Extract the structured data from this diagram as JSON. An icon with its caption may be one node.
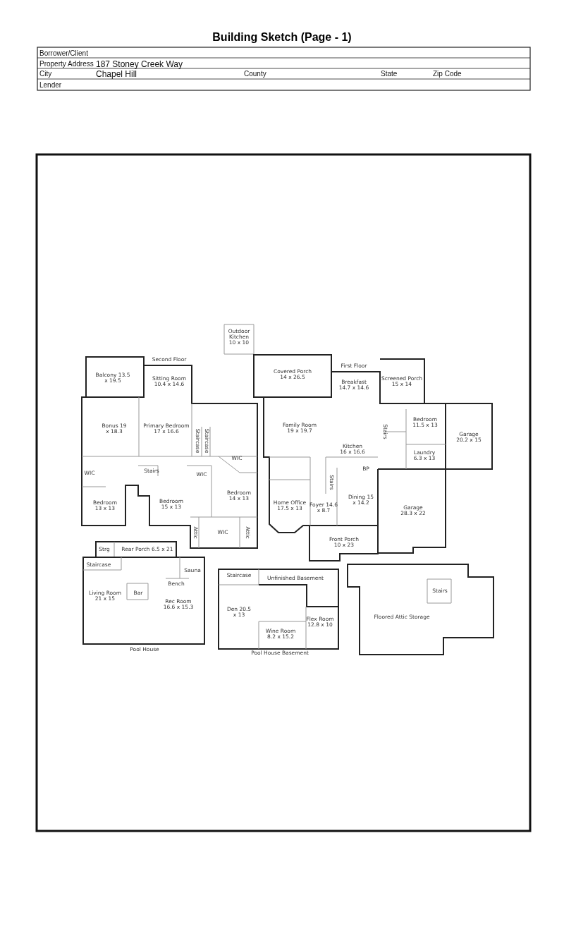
{
  "diagram": {
    "title": "Building Sketch (Page - 1)",
    "labels": [
      "Borrower/Client",
      "Property Address",
      "187 Stoney Creek Way",
      "City",
      "Chapel Hill",
      "County",
      "State",
      "Zip Code",
      "Lender",
      "Outdoor Kitchen 10 x 10",
      "Balcony 13.5 x 19.5",
      "Second Floor",
      "Sitting Room 10.4 x 14.6",
      "Covered Porch 14 x 26.5",
      "First Floor",
      "Breakfast 14.7 x 14.6",
      "Screened Porch 15 x 14",
      "Bonus 19 x 18.3",
      "Primary Bedroom 17 x 16.6",
      "Staircase",
      "Staircase",
      "Family Room 19 x 19.7",
      "Stairs",
      "Bedroom 11.5 x 13",
      "Garage 20.2 x 15",
      "WIC",
      "Kitchen 16 x 16.6",
      "Laundry 6.3 x 13",
      "WIC",
      "Stairs",
      "WIC",
      "BP",
      "Stairs",
      "Bedroom 13 x 13",
      "Bedroom 15 x 13",
      "Bedroom 14 x 13",
      "Home Office 17.5 x 13",
      "Foyer 14.6 x 8.7",
      "Dining 15 x 14.2",
      "Garage 28.3 x 22",
      "Attic",
      "WIC",
      "Attic",
      "Front Porch 10 x 23",
      "Strg",
      "Rear Porch 6.5 x 21",
      "Staircase",
      "Sauna",
      "Bench",
      "Bar",
      "Living Room 21 x 15",
      "Rec Room 16.6 x 15.3",
      "Pool House",
      "Staircase",
      "Unfinished Basement",
      "Stairs",
      "Den 20.5 x 13",
      "Floored Attic Storage",
      "Flex Room 12.8 x 10",
      "Wine Room 8.2 x 15.2",
      "Pool House Basement"
    ]
  }
}
